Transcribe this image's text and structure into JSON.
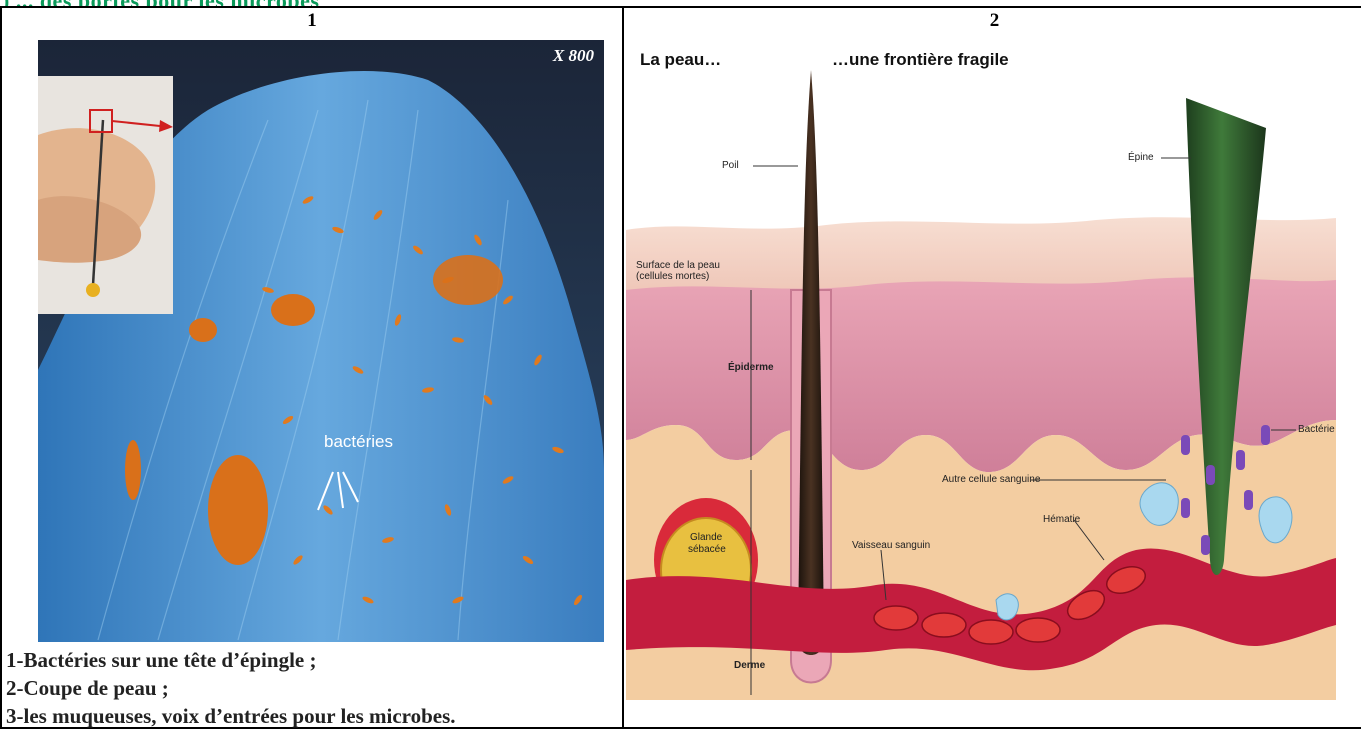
{
  "header_strip": {
    "text": ") ... des portes pour les microbes"
  },
  "figure1": {
    "number": "1",
    "magnification": "X 800",
    "label_bacteria": "bactéries"
  },
  "figure2": {
    "number": "2",
    "title_left": "La peau…",
    "title_right": "…une frontière fragile",
    "labels": {
      "poil": "Poil",
      "epine": "Épine",
      "surface": "Surface de la peau",
      "surface_sub": "(cellules mortes)",
      "epiderme": "Épiderme",
      "bacterie": "Bactérie",
      "autre_cellule": "Autre cellule sanguine",
      "hematie": "Hématie",
      "glande_l1": "Glande",
      "glande_l2": "sébacée",
      "vaisseau": "Vaisseau sanguin",
      "derme": "Derme"
    }
  },
  "captions": [
    "1-Bactéries sur une tête d’épingle ;",
    "2-Coupe de peau ;",
    "3-les muqueuses, voix d’entrées pour les microbes."
  ],
  "colors": {
    "sem_blue": "#3f86c9",
    "bacteria_orange": "#e07a1f",
    "skin_pink": "#d98aa6",
    "dermis_beige": "#f0c79a",
    "vessel_red": "#c21b3a",
    "thorn_green": "#2d5a2d"
  }
}
